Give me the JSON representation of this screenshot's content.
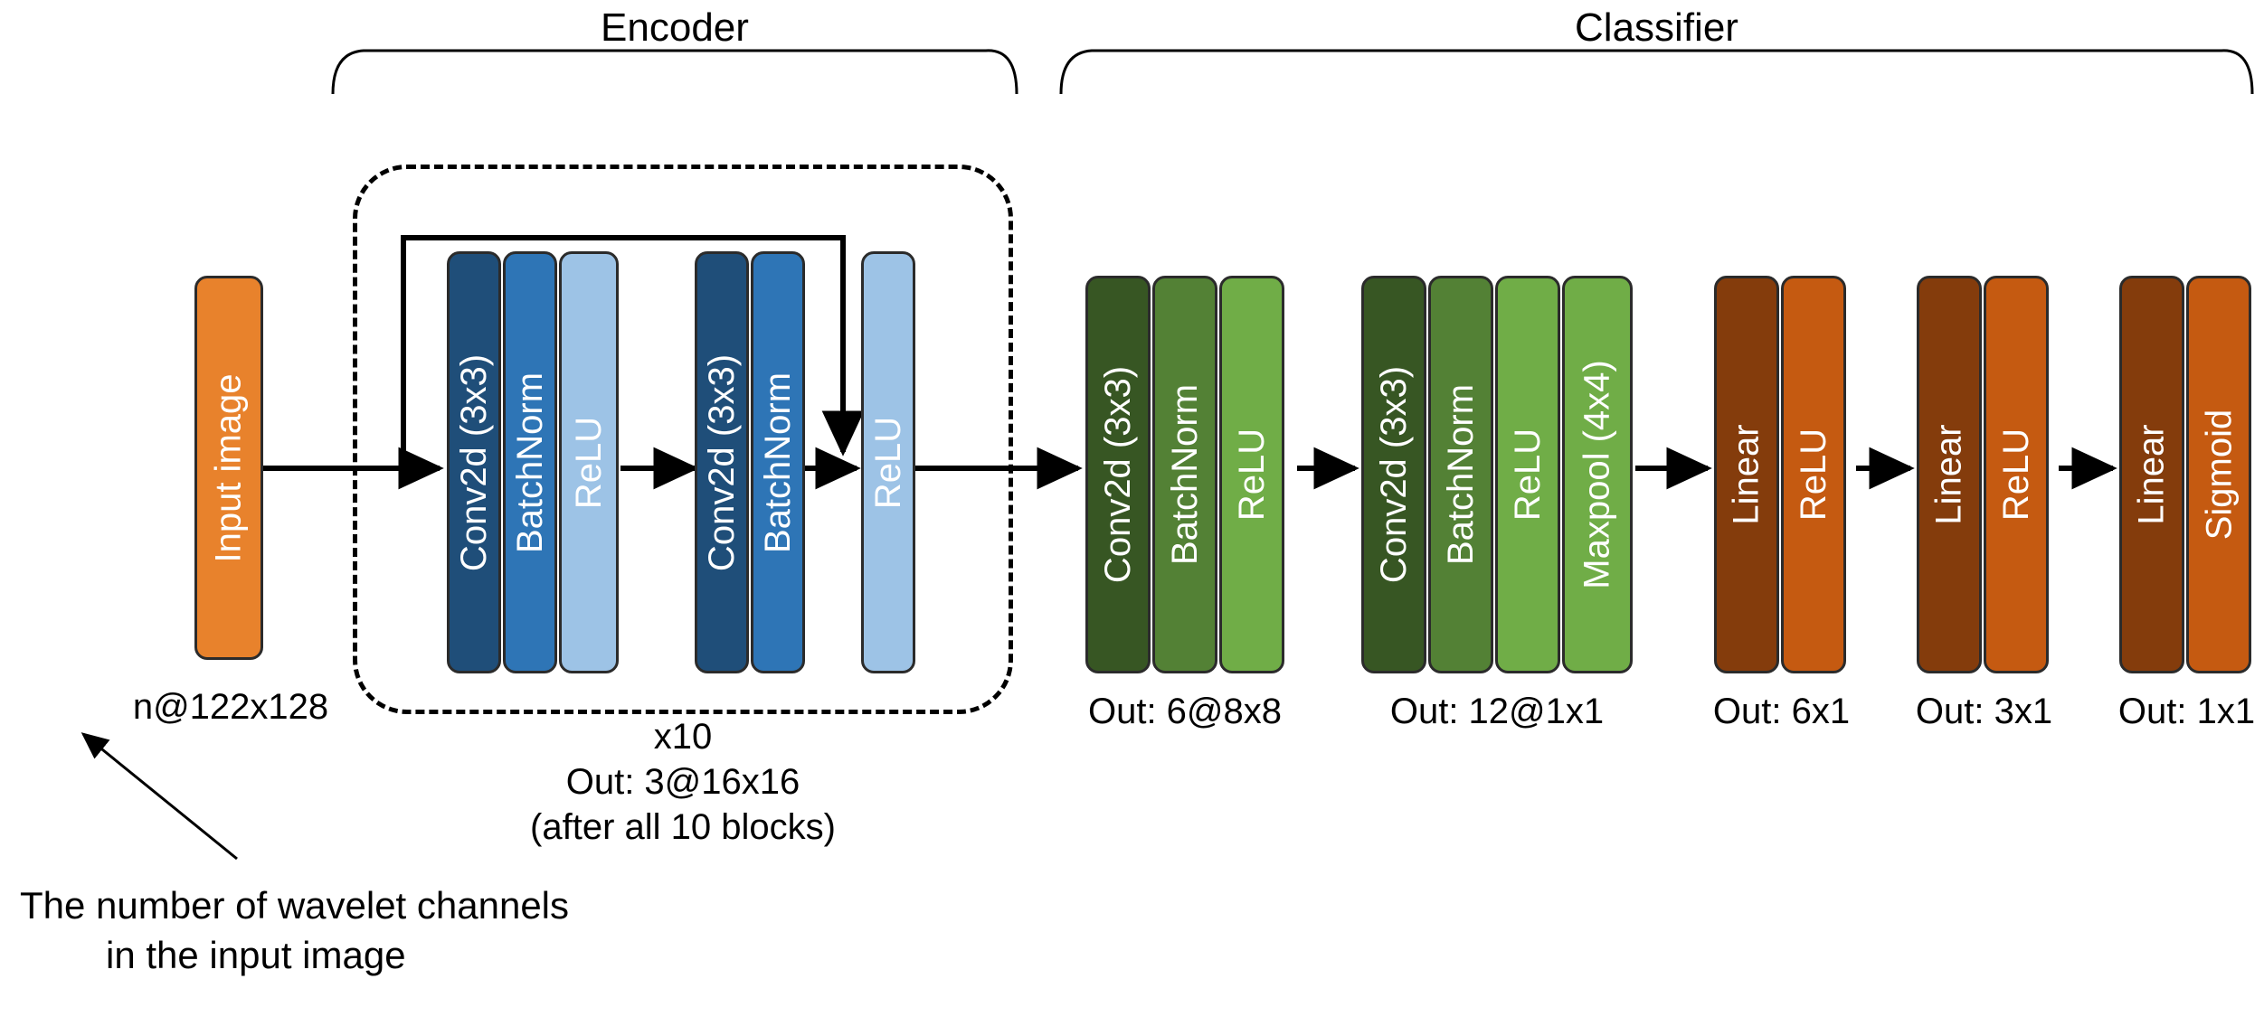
{
  "figure": {
    "type": "neural-network-architecture-diagram",
    "background": "#FFFFFF"
  },
  "sections": [
    {
      "id": "encoder",
      "title": "Encoder"
    },
    {
      "id": "classifier",
      "title": "Classifier"
    }
  ],
  "input": {
    "label": "Input image",
    "caption": "n@122x128",
    "color": "#E8822C"
  },
  "encoder": {
    "repeat_label": "x10",
    "out_label": "Out: 3@16x16",
    "note_label": "(after all 10 blocks)",
    "blocks": [
      {
        "label": "Conv2d (3x3)",
        "color": "#1F4E79"
      },
      {
        "label": "BatchNorm",
        "color": "#2E75B6"
      },
      {
        "label": "ReLU",
        "color": "#9DC3E6"
      },
      {
        "label": "Conv2d (3x3)",
        "color": "#1F4E79"
      },
      {
        "label": "BatchNorm",
        "color": "#2E75B6"
      },
      {
        "label": "ReLU",
        "color": "#9DC3E6"
      }
    ]
  },
  "classifier": {
    "groups": [
      {
        "id": "conv-group-1",
        "caption": "Out: 6@8x8",
        "blocks": [
          {
            "label": "Conv2d (3x3)",
            "color": "#375623"
          },
          {
            "label": "BatchNorm",
            "color": "#538135"
          },
          {
            "label": "ReLU",
            "color": "#70AD47"
          }
        ]
      },
      {
        "id": "conv-group-2",
        "caption": "Out: 12@1x1",
        "blocks": [
          {
            "label": "Conv2d (3x3)",
            "color": "#375623"
          },
          {
            "label": "BatchNorm",
            "color": "#538135"
          },
          {
            "label": "ReLU",
            "color": "#70AD47"
          },
          {
            "label": "Maxpool (4x4)",
            "color": "#70AD47"
          }
        ]
      },
      {
        "id": "linear-group-1",
        "caption": "Out: 6x1",
        "blocks": [
          {
            "label": "Linear",
            "color": "#843C0C"
          },
          {
            "label": "ReLU",
            "color": "#C55A11"
          }
        ]
      },
      {
        "id": "linear-group-2",
        "caption": "Out: 3x1",
        "blocks": [
          {
            "label": "Linear",
            "color": "#843C0C"
          },
          {
            "label": "ReLU",
            "color": "#C55A11"
          }
        ]
      },
      {
        "id": "linear-group-3",
        "caption": "Out: 1x1",
        "blocks": [
          {
            "label": "Linear",
            "color": "#843C0C"
          },
          {
            "label": "Sigmoid",
            "color": "#C55A11"
          }
        ]
      }
    ]
  },
  "annotation": {
    "line1": "The number of wavelet channels",
    "line2": "in the input image"
  }
}
